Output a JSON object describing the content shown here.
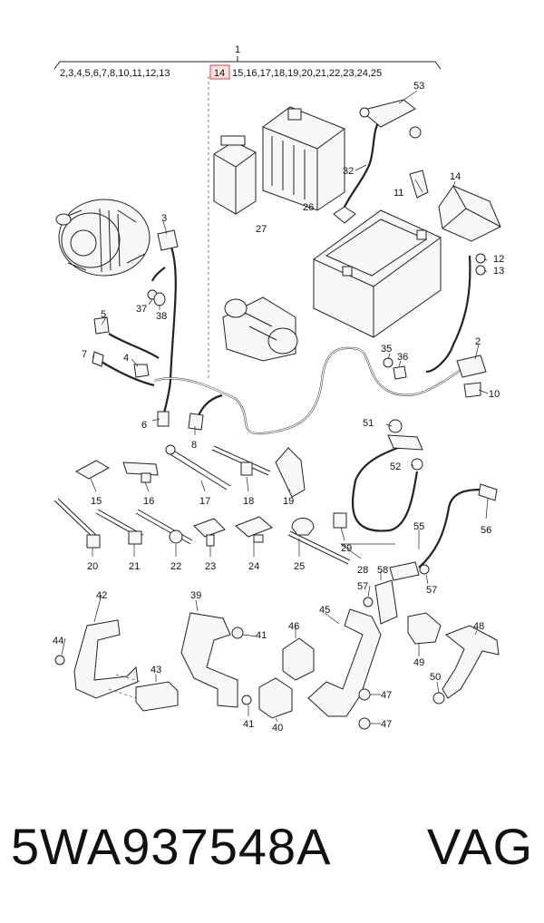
{
  "header": {
    "assembly_number": "1",
    "left_group": "2,3,4,5,6,7,8,10,11,12,13",
    "highlighted_item": "14",
    "right_group": "15,16,17,18,19,20,21,22,23,24,25"
  },
  "callouts": {
    "c2": "2",
    "c3": "3",
    "c4": "4",
    "c5": "5",
    "c6": "6",
    "c7": "7",
    "c8": "8",
    "c10": "10",
    "c11": "11",
    "c12": "12",
    "c13": "13",
    "c14": "14",
    "c15": "15",
    "c16": "16",
    "c17": "17",
    "c18": "18",
    "c19": "19",
    "c20": "20",
    "c21": "21",
    "c22": "22",
    "c23": "23",
    "c24": "24",
    "c25": "25",
    "c26": "26",
    "c27": "27",
    "c28": "28",
    "c29": "29",
    "c32": "32",
    "c35": "35",
    "c36": "36",
    "c37": "37",
    "c38": "38",
    "c39": "39",
    "c40": "40",
    "c41a": "41",
    "c41b": "41",
    "c42": "42",
    "c43": "43",
    "c44": "44",
    "c45": "45",
    "c46": "46",
    "c47a": "47",
    "c47b": "47",
    "c48": "48",
    "c49": "49",
    "c50": "50",
    "c51": "51",
    "c52": "52",
    "c53": "53",
    "c55": "55",
    "c56": "56",
    "c57a": "57",
    "c57b": "57",
    "c58": "58"
  },
  "footer": {
    "part_number": "5WA937548A",
    "brand": "VAG"
  },
  "colors": {
    "highlight_border": "#e04040",
    "highlight_fill": "#fbe3e3"
  }
}
